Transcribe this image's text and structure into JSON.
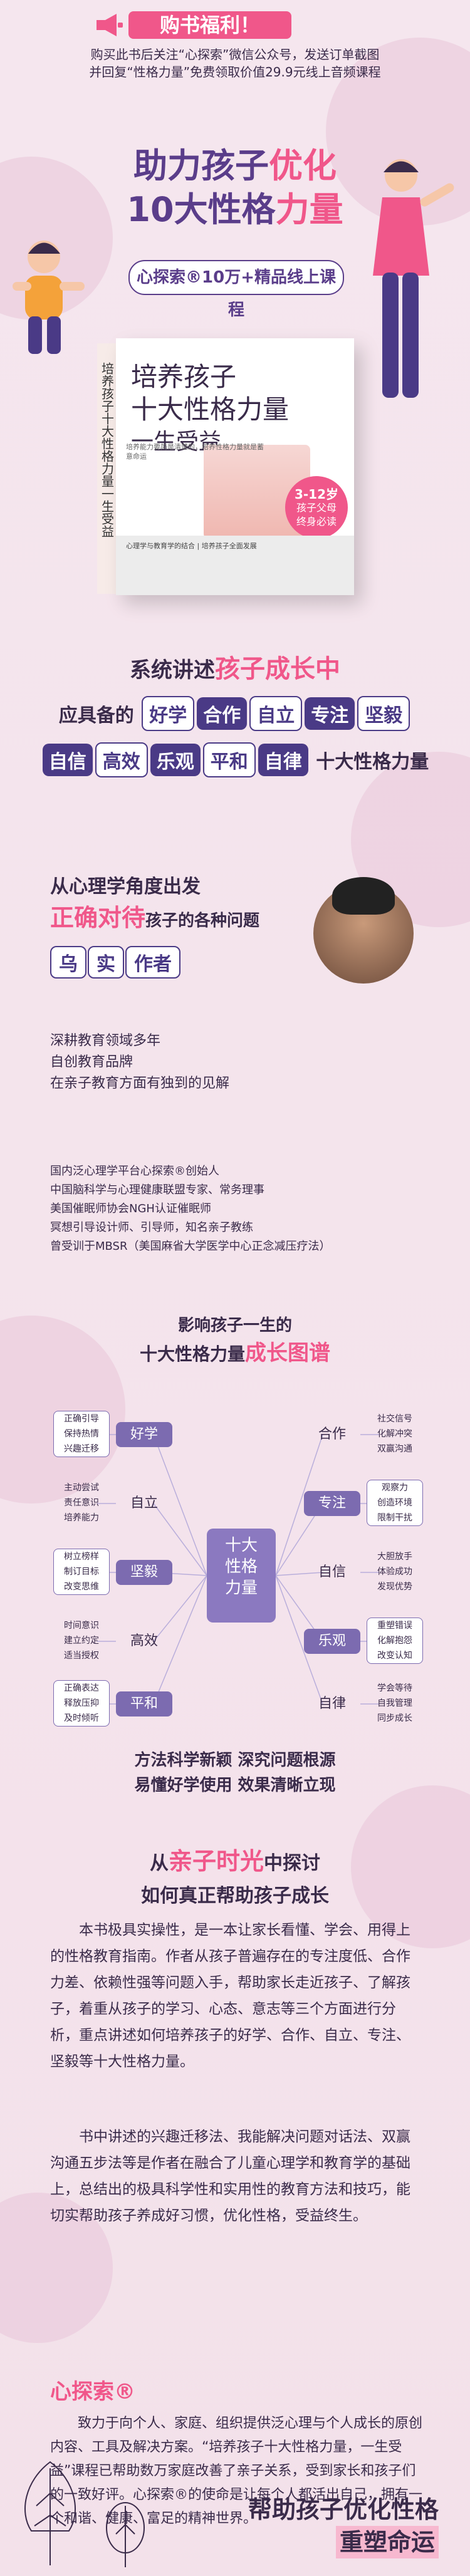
{
  "banner": {
    "title": "购书福利！",
    "line1": "购买此书后关注“心探索”微信公众号，发送订单截图",
    "line2": "并回复“性格力量”免费领取价值29.9元线上音频课程"
  },
  "hero": {
    "line1_a": "助力孩子",
    "line1_b": "优化",
    "line2_a": "10大性格",
    "line2_b": "力量",
    "course": "心探索®10万+精品线上课程"
  },
  "book": {
    "spine": "培养孩子十大性格力量一生受益",
    "title_a": "培养孩子",
    "title_b": "十大性格力量",
    "title_c": "一生受益",
    "badge_a": "3-12岁",
    "badge_b": "孩子父母",
    "badge_c": "终身必读",
    "mid_text": "培养能力要简是清楚的，培养性格力量就是蓄意命运",
    "bottom": "心理学与教育学的结合 | 培养孩子全面发展"
  },
  "section1": {
    "intro_a": "系统讲述",
    "intro_b": "孩子成长中",
    "row1_lead": "应具备的",
    "tags1": [
      "好学",
      "合作",
      "自立",
      "专注",
      "坚毅"
    ],
    "tags2": [
      "自信",
      "高效",
      "乐观",
      "平和",
      "自律"
    ],
    "row2_tail": "十大性格力量"
  },
  "author": {
    "h1": "从心理学角度出发",
    "h2_a": "正确对待",
    "h2_b": "孩子的各种问题",
    "name_chars": [
      "乌",
      "实",
      "作者"
    ],
    "desc1": "深耕教育领域多年",
    "desc2": "自创教育品牌",
    "desc3": "在亲子教育方面有独到的见解",
    "list": [
      "国内泛心理学平台心探索®创始人",
      "中国脑科学与心理健康联盟专家、常务理事",
      "美国催眠师协会NGH认证催眠师",
      "冥想引导设计师、引导师，知名亲子教练",
      "曾受训于MBSR（美国麻省大学医学中心正念减压疗法）"
    ]
  },
  "map": {
    "title1": "影响孩子一生的",
    "title2_a": "十大性格力量",
    "title2_b": "成长图谱",
    "center_a": "十大",
    "center_b": "性格",
    "center_c": "力量",
    "left": [
      {
        "node": "好学",
        "leaves": [
          "正确引导",
          "保持热情",
          "兴趣迁移"
        ]
      },
      {
        "node": "自立",
        "leaves": [
          "主动尝试",
          "责任意识",
          "培养能力"
        ]
      },
      {
        "node": "坚毅",
        "leaves": [
          "树立榜样",
          "制订目标",
          "改变思维"
        ]
      },
      {
        "node": "高效",
        "leaves": [
          "时间意识",
          "建立约定",
          "适当授权"
        ]
      },
      {
        "node": "平和",
        "leaves": [
          "正确表达",
          "释放压抑",
          "及时倾听"
        ]
      }
    ],
    "right": [
      {
        "node": "合作",
        "leaves": [
          "社交信号",
          "化解冲突",
          "双赢沟通"
        ]
      },
      {
        "node": "专注",
        "leaves": [
          "观察力",
          "创造环境",
          "限制干扰"
        ]
      },
      {
        "node": "自信",
        "leaves": [
          "大胆放手",
          "体验成功",
          "发现优势"
        ]
      },
      {
        "node": "乐观",
        "leaves": [
          "重塑错误",
          "化解抱怨",
          "改变认知"
        ]
      },
      {
        "node": "自律",
        "leaves": [
          "学会等待",
          "自我管理",
          "同步成长"
        ]
      }
    ],
    "foot1": "方法科学新颖  深究问题根源",
    "foot2": "易懂好学使用  效果清晰立现"
  },
  "intro": {
    "l1_a": "从",
    "l1_b": "亲子时光",
    "l1_c": "中探讨",
    "l2": "如何真正帮助孩子成长",
    "p1": "本书极具实操性，是一本让家长看懂、学会、用得上的性格教育指南。作者从孩子普遍存在的专注度低、合作力差、依赖性强等问题入手，帮助家长走近孩子、了解孩子，着重从孩子的学习、心态、意志等三个方面进行分析，重点讲述如何培养孩子的好学、合作、自立、专注、坚毅等十大性格力量。",
    "p2": "书中讲述的兴趣迁移法、我能解决问题对话法、双赢沟通五步法等是作者在融合了儿童心理学和教育学的基础上，总结出的极具科学性和实用性的教育方法和技巧，能切实帮助孩子养成好习惯，优化性格，受益终生。"
  },
  "brand": {
    "name": "心探索®",
    "p": "致力于向个人、家庭、组织提供泛心理与个人成长的原创内容、工具及解决方案。“培养孩子十大性格力量，一生受益”课程已帮助数万家庭改善了亲子关系，受到家长和孩子们的一致好评。心探索®的使命是让每个人都活出自己，拥有一个和谐、健康、富足的精神世界。",
    "slogan1": "帮助孩子优化性格",
    "slogan2": "重塑命运"
  }
}
